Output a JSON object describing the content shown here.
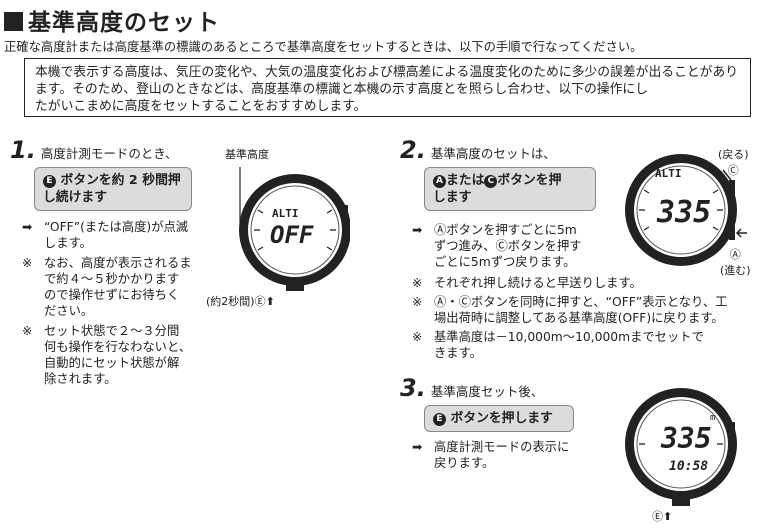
{
  "title": "基準高度のセット",
  "intro": "正確な高度計または高度基準の標識のあるところで基準高度をセットするときは、以下の手順で行なってください。",
  "note_lines": [
    "本機で表示する高度は、気圧の変化や、大気の温度変化および標高差による温度変化のために多少の誤差が出ることがあります。そのため、登山のときなどは、高度基準の標識と本機の示す高度とを照らし合わせ、以下の操作にし",
    "たがいこまめに高度をセットすることをおすすめします。"
  ],
  "step1": {
    "num": "1.",
    "title": "高度計測モードのとき、",
    "button_icon": "E",
    "button_lines": [
      "ボタンを約 2 秒間押",
      "し続けます"
    ],
    "bullets": [
      {
        "mark": "➡",
        "lines": [
          "“OFF”(または高度)が点滅",
          "します。"
        ]
      },
      {
        "mark": "※",
        "lines": [
          "なお、高度が表示されるま",
          "で約４～５秒かかります",
          "ので操作せずにお待ちく",
          "ださい。"
        ]
      },
      {
        "mark": "※",
        "lines": [
          "セット状態で２～３分間",
          "何も操作を行なわないと、",
          "自動的にセット状態が解",
          "除されます。"
        ]
      }
    ],
    "label_kijun": "基準高度",
    "label_press": "(約2秒間)",
    "label_press_btn": "Ⓔ",
    "watch_top": "ALTI",
    "watch_main": "OFF"
  },
  "step2": {
    "num": "2.",
    "title": "基準高度のセットは、",
    "button_a": "A",
    "button_c": "C",
    "button_mid": "または",
    "button_tail": "ボタンを押",
    "button_line2": "します",
    "bullet1_mark": "➡",
    "bullet1_lines": [
      "Ⓐボタンを押すごとに5m",
      "ずつ進み、Ⓒボタンを押す",
      "ごとに5mずつ戻ります。"
    ],
    "notes": [
      {
        "mark": "※",
        "lines": [
          "それぞれ押し続けると早送りします。"
        ]
      },
      {
        "mark": "※",
        "lines": [
          "Ⓐ・Ⓒボタンを同時に押すと、“OFF”表示となり、工",
          "場出荷時に調整してある基準高度(OFF)に戻ります。"
        ]
      },
      {
        "mark": "※",
        "lines": [
          "基準高度は－10,000m～10,000mまでセットで",
          "きます。"
        ]
      }
    ],
    "label_back": "(戻る)",
    "label_back_btn": "Ⓒ",
    "label_fwd": "(進む)",
    "label_fwd_btn": "Ⓐ",
    "watch_top": "ALTI",
    "watch_main": "335"
  },
  "step3": {
    "num": "3.",
    "title": "基準高度セット後、",
    "button_icon": "E",
    "button_text": "ボタンを押します",
    "bullet_mark": "➡",
    "bullet_lines": [
      "高度計測モードの表示に",
      "戻ります。"
    ],
    "label_btn": "Ⓔ",
    "watch_unit": "m",
    "watch_main": "335",
    "watch_time": "10:58"
  },
  "colors": {
    "text": "#222222",
    "button_bg": "#dcdcdc",
    "lcd": "#ffffff"
  }
}
